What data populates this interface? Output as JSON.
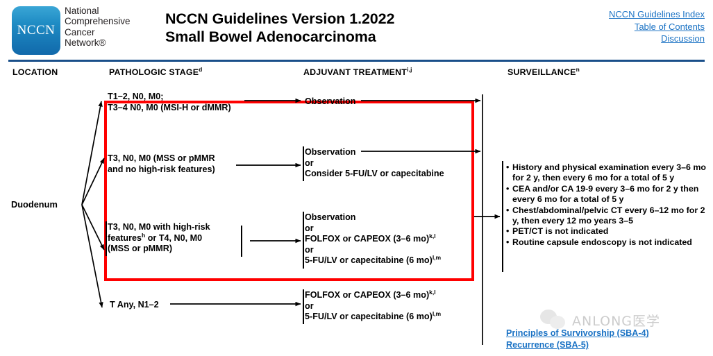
{
  "header": {
    "logo_text": "NCCN",
    "org_lines": [
      "National",
      "Comprehensive",
      "Cancer",
      "Network®"
    ],
    "title_line1": "NCCN Guidelines Version 1.2022",
    "title_line2": "Small Bowel Adenocarcinoma",
    "links": [
      "NCCN Guidelines Index",
      "Table of Contents",
      "Discussion"
    ],
    "rule_color": "#1a4f8a",
    "link_color": "#1a72c4"
  },
  "columns": {
    "location": "LOCATION",
    "pathologic_stage": "PATHOLOGIC STAGE",
    "pathologic_stage_sup": "d",
    "adjuvant_treatment": "ADJUVANT TREATMENT",
    "adjuvant_treatment_sup": "i,j",
    "surveillance": "SURVEILLANCE",
    "surveillance_sup": "n"
  },
  "location": {
    "label": "Duodenum"
  },
  "highlight_box": {
    "color": "#ff0000",
    "note": "red rectangle around first three stage/treatment rows"
  },
  "rows": [
    {
      "stage_lines": [
        "T1–2, N0, M0;",
        "T3–4 N0, M0 (MSI-H or dMMR)"
      ],
      "treatment_lines": [
        "Observation"
      ]
    },
    {
      "stage_lines": [
        "T3, N0, M0 (MSS or pMMR",
        "and no high-risk features)"
      ],
      "treatment_lines": [
        "Observation",
        "or",
        "Consider 5-FU/LV or capecitabine"
      ]
    },
    {
      "stage_lines": [
        "T3, N0, M0 with high-risk",
        "featuresʰ or T4, N0, M0",
        "(MSS or pMMR)"
      ],
      "stage_sup": "h",
      "treatment_lines": [
        "Observation",
        "or",
        "FOLFOX or CAPEOX (3–6 mo)",
        "or",
        "5-FU/LV or capecitabine (6 mo)"
      ],
      "treatment_sups": [
        "",
        "",
        "k,l",
        "",
        "l,m"
      ]
    },
    {
      "stage_lines": [
        "T Any, N1–2"
      ],
      "treatment_lines": [
        "FOLFOX or CAPEOX (3–6 mo)",
        "or",
        "5-FU/LV or capecitabine (6 mo)"
      ],
      "treatment_sups": [
        "k,l",
        "",
        "l,m"
      ]
    }
  ],
  "surveillance_items": [
    "History and physical examination every 3–6 mo for 2 y, then every 6 mo for a total of 5 y",
    "CEA and/or CA 19-9 every 3–6 mo for 2 y then every 6 mo for a total of 5 y",
    "Chest/abdominal/pelvic CT every 6–12 mo for 2 y, then every 12 mo years 3–5",
    "PET/CT is not indicated",
    "Routine capsule endoscopy is not indicated"
  ],
  "footer_links": [
    "Principles of Survivorship (SBA-4)",
    "Recurrence (SBA-5)"
  ],
  "watermark": {
    "text": "ANLONG医学"
  }
}
